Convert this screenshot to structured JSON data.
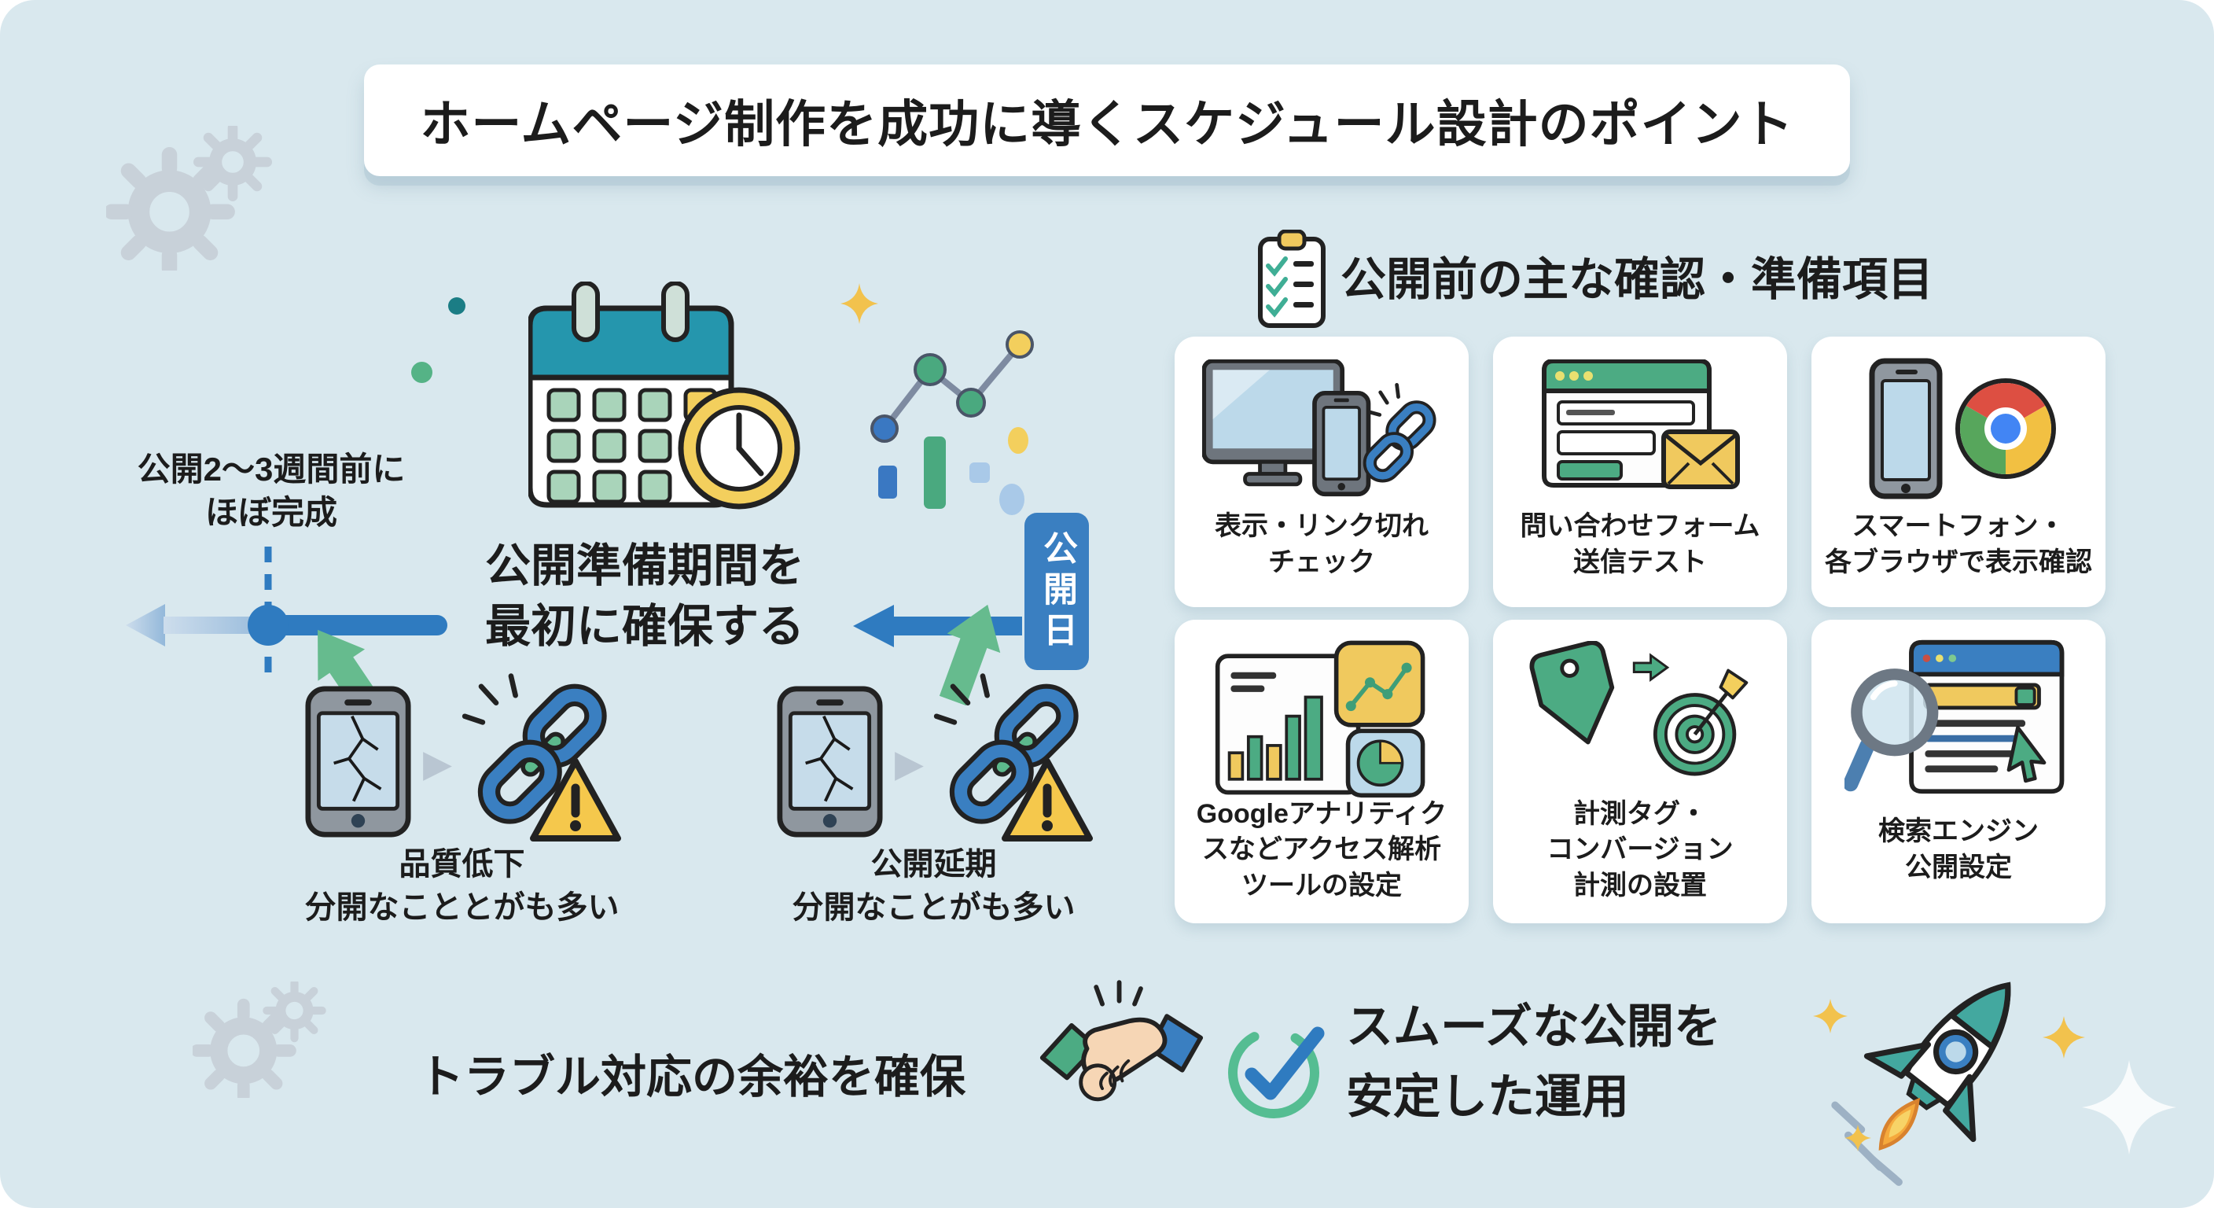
{
  "title": "ホームページ制作を成功に導くスケジュール設計のポイント",
  "left_diagram": {
    "milestone_lines": [
      "公開2〜3週間前に",
      "ほぼ完成"
    ],
    "message_lines": [
      "公開準備期間を",
      "最初に確保する"
    ],
    "release_day_label": "公開日",
    "risks": [
      {
        "title": "品質低下",
        "subtitle": "分開なこととがも多い"
      },
      {
        "title": "公開延期",
        "subtitle": "分開なことがも多い"
      }
    ]
  },
  "checklist": {
    "heading": "公開前の主な確認・準備項目",
    "items": [
      {
        "icon": "devices-broken-link-icon",
        "lines": [
          "表示・リンク切れ",
          "チェック"
        ]
      },
      {
        "icon": "contact-form-envelope-icon",
        "lines": [
          "問い合わせフォーム",
          "送信テスト"
        ]
      },
      {
        "icon": "smartphone-chrome-icon",
        "lines": [
          "スマートフォン・",
          "各ブラウザで表示確認"
        ]
      },
      {
        "icon": "analytics-dashboard-icon",
        "lines": [
          "Googleアナリティク",
          "スなどアクセス解析",
          "ツールの設定"
        ]
      },
      {
        "icon": "tag-conversion-target-icon",
        "lines": [
          "計測タグ・",
          "コンバージョン",
          "計測の設置"
        ]
      },
      {
        "icon": "search-engine-setting-icon",
        "lines": [
          "検索エンジン",
          "公開設定"
        ]
      }
    ]
  },
  "footer": {
    "left_message": "トラブル対応の余裕を確保",
    "right_lines": [
      "スムーズな公開を",
      "安定した運用"
    ]
  },
  "glyphs": {
    "triangle_right": "▶"
  },
  "colors": {
    "background": "#d9e8ee",
    "card": "#ffffff",
    "text": "#1c1c1c",
    "blue": "#2f7bc0",
    "teal_header": "#2596ad",
    "green": "#4cab83",
    "yellow": "#f3cf5d",
    "warning": "#f5c84c",
    "light_blue": "#bcd9ea",
    "gear_gray": "#c8d1d9"
  }
}
